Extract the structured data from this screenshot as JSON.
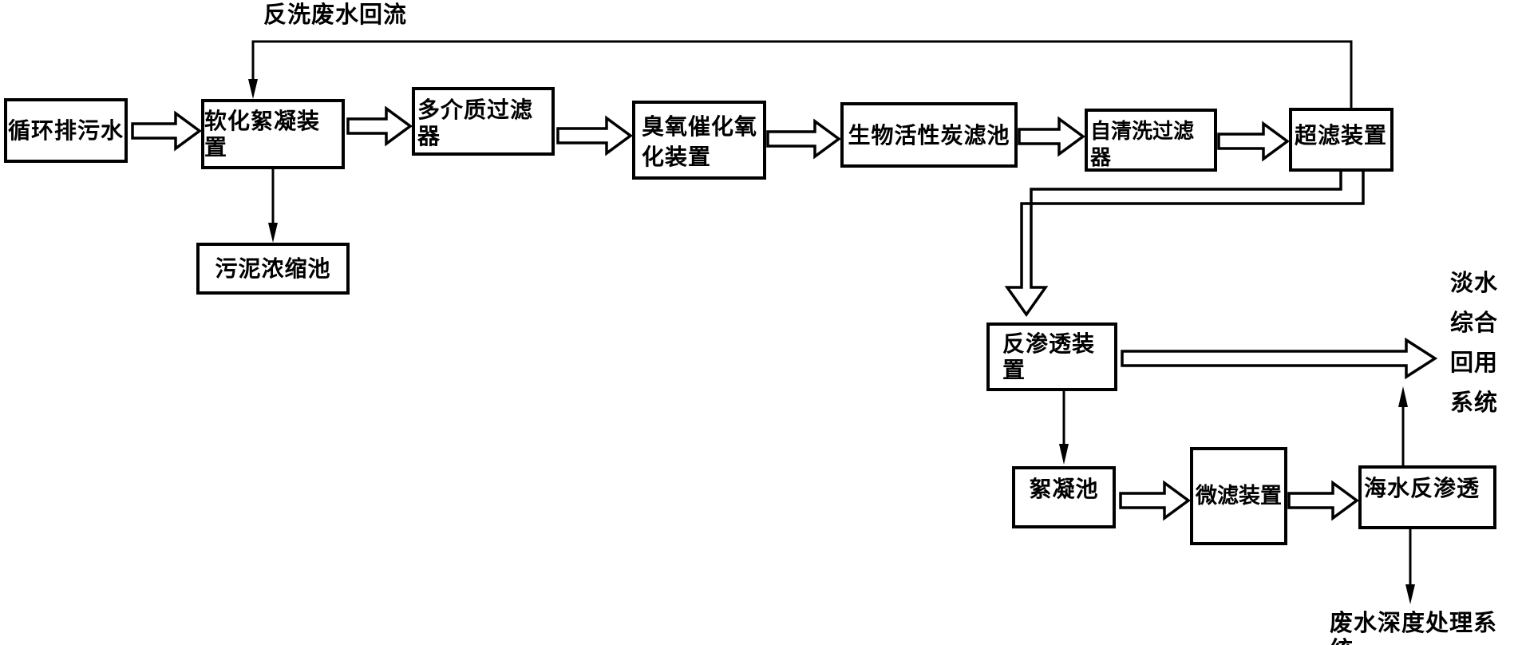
{
  "diagram": {
    "backwash_label": "反洗废水回流",
    "nodes": {
      "circulating_blowdown": "循环排污水",
      "softening_flocculation": "软化絮凝装置",
      "multimedia_filter": "多介质过滤器",
      "ozone_catalytic_oxidation": "臭氧催化氧\n化装置",
      "bio_activated_carbon_filter": "生物活性炭滤池",
      "self_cleaning_filter": "自清洗过滤器",
      "ultrafiltration": "超滤装置",
      "sludge_thickener": "污泥浓缩池",
      "reverse_osmosis": "反渗透装置",
      "flocculation_tank": "絮凝池",
      "microfiltration": "微滤装置",
      "seawater_reverse_osmosis": "海水反渗透"
    },
    "outputs": {
      "freshwater_reuse": "淡水\n综合\n回用\n系统",
      "wastewater_treatment": "废水深度处理系统"
    },
    "colors": {
      "line": "#000000",
      "background": "#ffffff",
      "text": "#000000"
    }
  }
}
